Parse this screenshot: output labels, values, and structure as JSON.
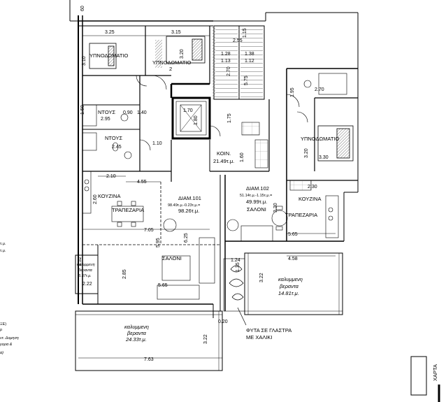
{
  "rooms": {
    "bedroom_1": "ΥΠΝΟΔΩΜΑΤΙΟ",
    "bedroom_2_line1": "ΥΠΝΟΔΩΜΑΤΙΟ",
    "bedroom_2_line2": "2",
    "bedroom_east": "ΥΠΝΟΔΩΜΑΤΙΟ",
    "shower_1": "ΝΤΟΥΣ",
    "shower_2": "ΝΤΟΥΣ",
    "common_label": "ΚΟΙΝ.",
    "common_area": "21.49τ.μ.",
    "kitchen_101": "ΚΟΥΖΙΝΑ",
    "dining_101": "ΤΡΑΠΕΖΑΡΙΑ",
    "living_101": "ΣΑΛΟΝΙ",
    "kitchen_102": "ΚΟΥΖΙΝΑ",
    "dining_102": "ΤΡΑΠΕΖΑΡΙΑ",
    "living_102": "ΣΑΛΟΝΙ"
  },
  "apartments": {
    "a101_title": "ΔΙΑΜ.101",
    "a101_sub": "98.49τ.μ.-0.23τ.μ.=",
    "a101_area": "98.26τ.μ.",
    "a102_title": "ΔΙΑΜ.102",
    "a102_sub": "51.14τ.μ.-1.15τ.μ.=",
    "a102_area": "49.99τ.μ."
  },
  "verandas": {
    "west_l1": "καλυμμενη",
    "west_l2": "βεραντα",
    "west_l3": "3.37τ.μ.",
    "south_l1": "καλυμμενη",
    "south_l2": "βεραντα",
    "south_l3": "24.33τ.μ.",
    "east_l1": "καλυμμενη",
    "east_l2": "βεραντα",
    "east_l3": "14.81τ.μ."
  },
  "planter": {
    "line1": "ΦΥΤΑ ΣΕ ΓΛΑΣΤΡΑ",
    "line2": "ΜΕ ΧΑΛΙΚΙ"
  },
  "dimensions": {
    "d_3_25": "3.25",
    "d_3_15": "3.15",
    "d_2_55": "2.55",
    "d_1_15": "1.15",
    "d_1_28": "1.28",
    "d_1_38": "1.38",
    "d_1_13": "1.13",
    "d_1_12": "1.12",
    "d_3_20_a": "3.20",
    "d_3_10": "3.10",
    "d_2_70": "2.70",
    "d_5_75": "5.75",
    "d_1_50": "1.50",
    "d_0_90": "0.90",
    "d_1_40": "1.40",
    "d_2_95": "2.95",
    "d_1_70": "1.70",
    "d_1_80": "1.80",
    "d_1_75": "1.75",
    "d_1_95": "1.95",
    "d_2_70_b": "2.70",
    "d_3_20_b": "3.20",
    "d_3_30": "3.30",
    "d_2_45": "2.45",
    "d_1_10": "1.10",
    "d_1_60": "1.60",
    "d_2_10": "2.10",
    "d_4_55": "4.55",
    "d_2_60": "2.60",
    "d_7_05": "7.05",
    "d_5_95": "5.95",
    "d_6_25": "6.25",
    "d_2_30": "2.30",
    "d_3_30_b": "3.30",
    "d_5_65_b": "5.65",
    "d_1_24": "1.24",
    "d_4_58": "4.58",
    "d_1_35": "1.35",
    "d_3_22": "3.22",
    "d_1_52": "1.52",
    "d_2_22": "2.22",
    "d_2_85": "2.85",
    "d_5_65": "5.65",
    "d_0_20": "0.20",
    "d_3_22_b": "3.22",
    "d_7_63": "7.63",
    "d_60": "60"
  },
  "legend_fragments": {
    "l1": "τ.μ.",
    "l2": "τ.μ.",
    "l3": "ΞΕ)",
    "l4": "ρ",
    "l5": "ντ. Δομηση",
    "l6": "γορα &",
    "l7": "α)"
  },
  "stamp": "ΧΑΡΤΑ",
  "colors": {
    "ink": "#000000",
    "paper": "#ffffff",
    "hatch": "#555555"
  }
}
